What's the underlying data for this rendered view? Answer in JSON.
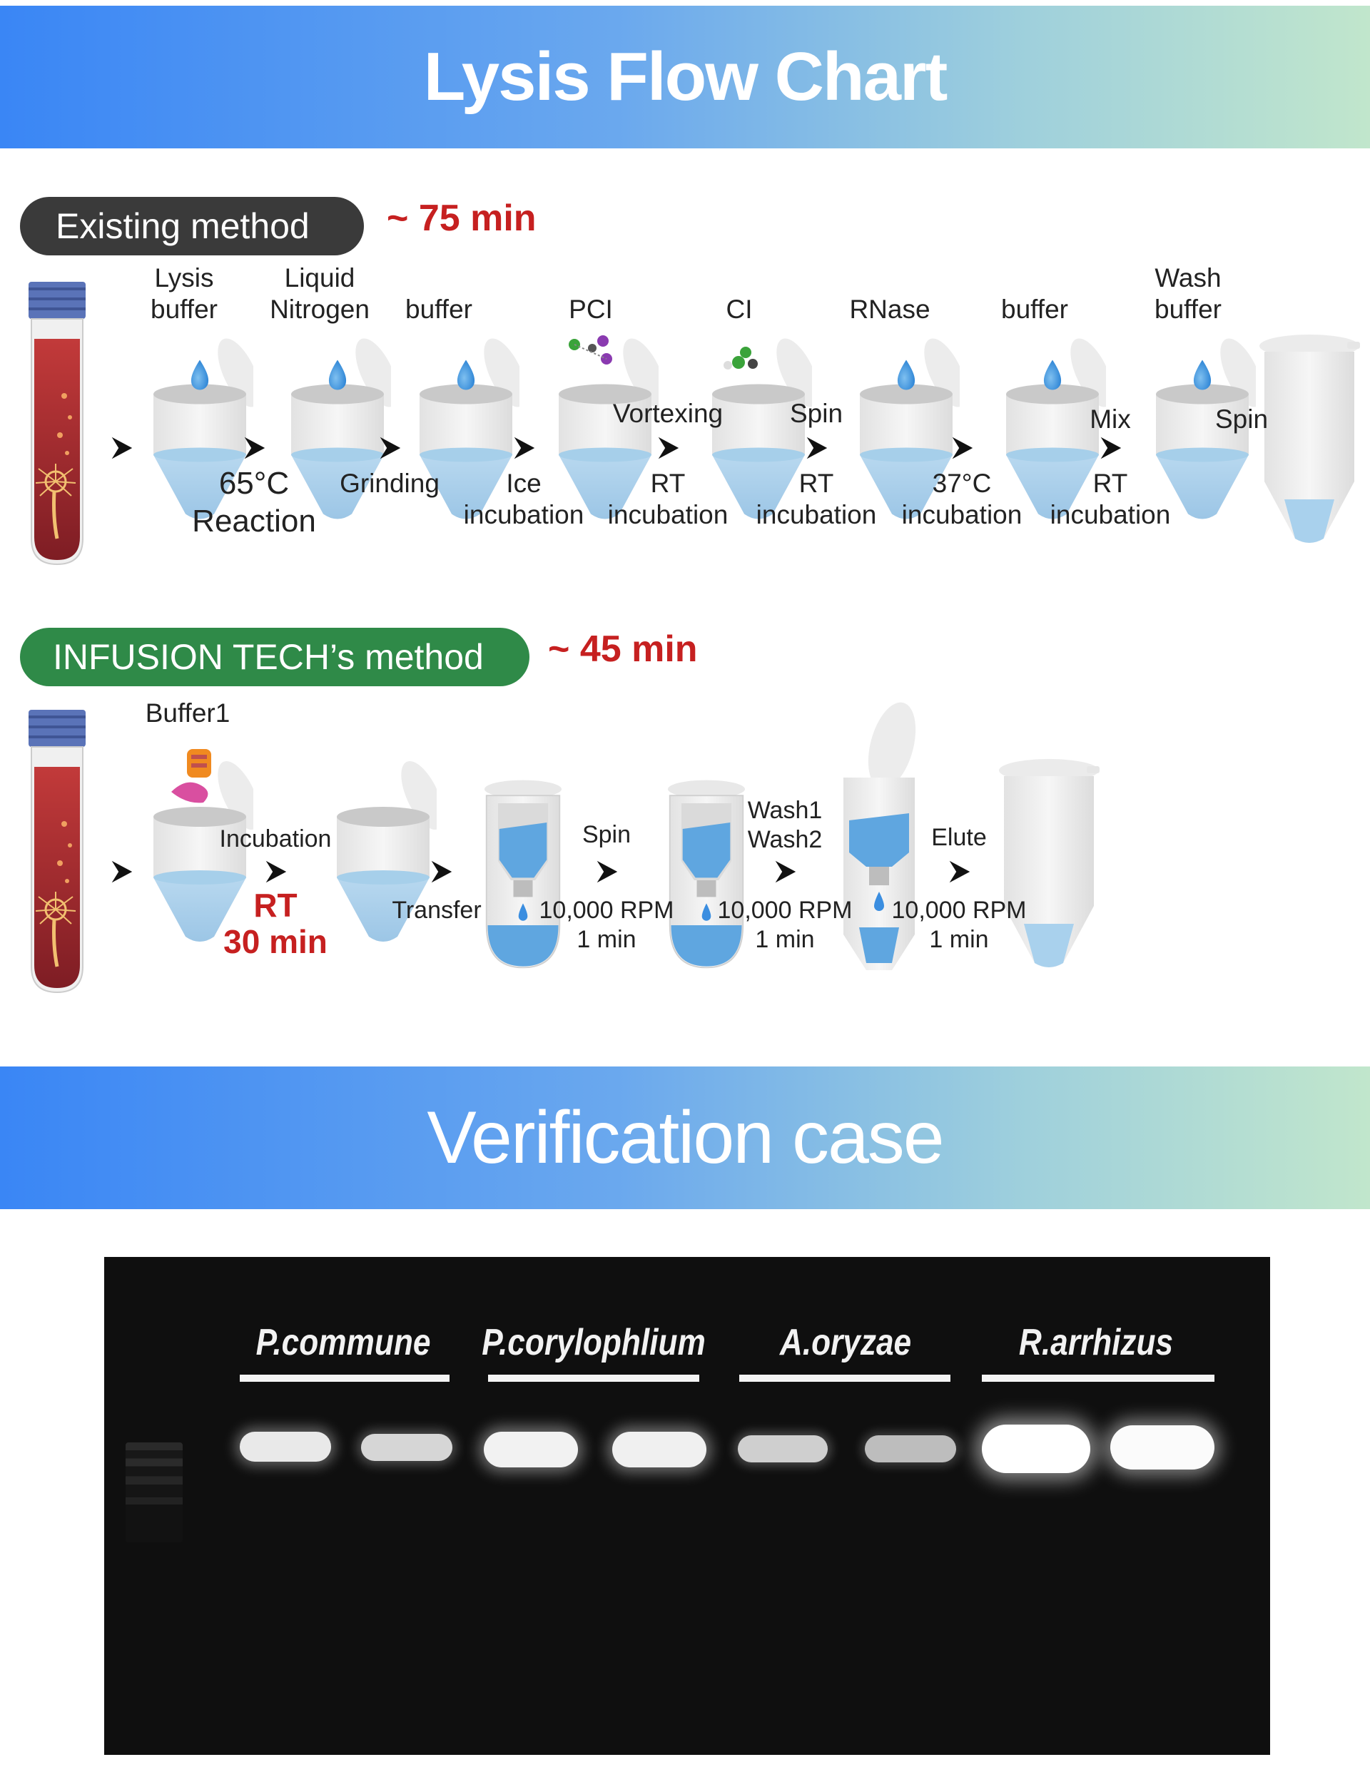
{
  "header": {
    "title": "Lysis Flow Chart"
  },
  "existing": {
    "method_label": "Existing method",
    "time": "~ 75 min",
    "reagents": {
      "lysis_buffer": [
        "Lysis",
        "buffer"
      ],
      "liquid_nitrogen": [
        "Liquid",
        "Nitrogen"
      ],
      "buffer_1": "buffer",
      "pci": "PCI",
      "ci": "CI",
      "rnase": "RNase",
      "buffer_2": "buffer",
      "wash_buffer": [
        "Wash",
        "buffer"
      ]
    },
    "steps": {
      "reaction": [
        "65°C",
        "Reaction"
      ],
      "grinding": "Grinding",
      "ice": [
        "Ice",
        "incubation"
      ],
      "vortexing": "Vortexing",
      "rt1": [
        "RT",
        "incubation"
      ],
      "spin1": "Spin",
      "rt2": [
        "RT",
        "incubation"
      ],
      "incub37": [
        "37°C",
        "incubation"
      ],
      "mix": "Mix",
      "rt3": [
        "RT",
        "incubation"
      ],
      "spin2": "Spin"
    }
  },
  "infusion": {
    "method_label": "INFUSION TECH’s method",
    "time": "~ 45 min",
    "reagent": "Buffer1",
    "steps": {
      "incubation": "Incubation",
      "rt_time": [
        "RT",
        "30 min"
      ],
      "transfer": "Transfer",
      "spin": "Spin",
      "spin_rpm": [
        "10,000 RPM",
        "1 min"
      ],
      "wash": [
        "Wash1",
        "Wash2"
      ],
      "wash_rpm": [
        "10,000 RPM",
        "1 min"
      ],
      "elute": "Elute",
      "elute_rpm": [
        "10,000 RPM",
        "1 min"
      ]
    }
  },
  "verification": {
    "title": "Verification case",
    "samples": [
      "P.commune",
      "P.corylophlium",
      "A.oryzae",
      "R.arrhizus"
    ]
  }
}
